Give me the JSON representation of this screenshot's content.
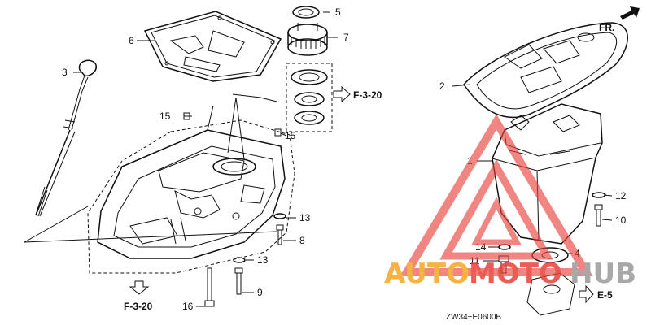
{
  "diagram": {
    "parts": [
      {
        "key": "p1",
        "label": "1"
      },
      {
        "key": "p2",
        "label": "2"
      },
      {
        "key": "p3",
        "label": "3"
      },
      {
        "key": "p4",
        "label": "4"
      },
      {
        "key": "p5",
        "label": "5"
      },
      {
        "key": "p6",
        "label": "6"
      },
      {
        "key": "p7",
        "label": "7"
      },
      {
        "key": "p8",
        "label": "8"
      },
      {
        "key": "p9",
        "label": "9"
      },
      {
        "key": "p10",
        "label": "10"
      },
      {
        "key": "p11",
        "label": "11"
      },
      {
        "key": "p12",
        "label": "12"
      },
      {
        "key": "p13a",
        "label": "13"
      },
      {
        "key": "p13b",
        "label": "13"
      },
      {
        "key": "p14",
        "label": "14"
      },
      {
        "key": "p15a",
        "label": "15"
      },
      {
        "key": "p15b",
        "label": "15"
      },
      {
        "key": "p16",
        "label": "16"
      }
    ],
    "references": {
      "f320_top": "F-3-20",
      "f320_bottom": "F-3-20",
      "e5": "E-5"
    },
    "front_label": "FR.",
    "drawing_code": "ZW34−E0600B"
  },
  "watermark": {
    "text_auto": "AUTO",
    "text_moto": "MOTO",
    "text_hub": "HUB",
    "colors": {
      "orange": "#f5a623",
      "red": "#e8403a",
      "gray": "#9a9a9a"
    }
  }
}
